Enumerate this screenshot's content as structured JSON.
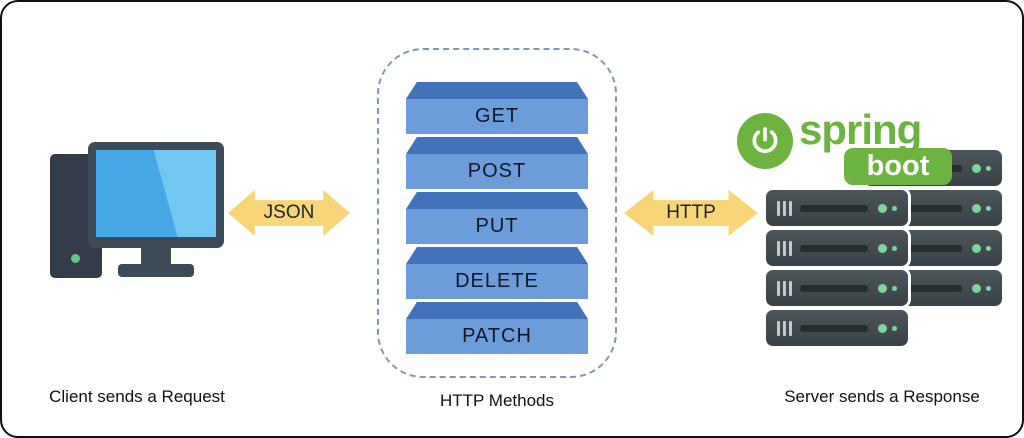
{
  "client": {
    "label": "Client sends a Request"
  },
  "methods": {
    "label": "HTTP Methods",
    "items": [
      "GET",
      "POST",
      "PUT",
      "DELETE",
      "PATCH"
    ]
  },
  "server": {
    "label": "Server sends a Response"
  },
  "arrows": {
    "left_label": "JSON",
    "right_label": "HTTP"
  },
  "logo": {
    "spring": "spring",
    "boot": "boot"
  },
  "colors": {
    "arrow_yellow": "#F8D678",
    "method_front": "#6C9CDA",
    "method_top": "#4172BA",
    "dashed_border": "#7D99B6",
    "spring_green": "#6DB33F",
    "server_body": "#414B4F",
    "led_green": "#7FD4A0",
    "screen_blue": "#45A8E6"
  }
}
